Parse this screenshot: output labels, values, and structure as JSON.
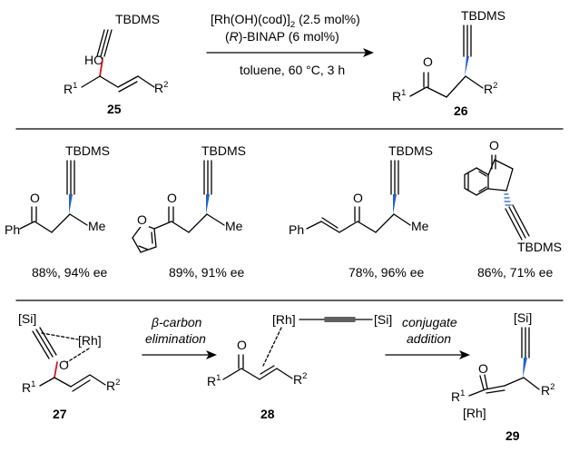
{
  "top": {
    "sm_label": "25",
    "product_label": "26",
    "sm_tbdms": "TBDMS",
    "sm_ho": "HO",
    "sm_r": "R",
    "sm_sup1": "1",
    "sm_sup2": "2",
    "reagent_1a": "[Rh(OH)(cod)]",
    "reagent_1b": "2",
    "reagent_1c": " (2.5 mol%)",
    "reagent_2a": "(",
    "reagent_2b": "R",
    "reagent_2c": ")-BINAP (6 mol%)",
    "conditions": "toluene, 60 °C, 3 h",
    "prod_tbdms": "TBDMS",
    "prod_o": "O",
    "prod_r": "R",
    "prod_sup1": "1",
    "prod_sup2": "2"
  },
  "examples": [
    {
      "atoms": [
        "TBDMS",
        "O",
        "Ph",
        "Me"
      ],
      "result": "88%, 94% ee"
    },
    {
      "atoms": [
        "TBDMS",
        "O",
        "O",
        "Me"
      ],
      "result": "89%, 91% ee"
    },
    {
      "atoms": [
        "TBDMS",
        "O",
        "Ph",
        "Me"
      ],
      "result": "78%, 96% ee"
    },
    {
      "atoms": [
        "O",
        "TBDMS"
      ],
      "result": "86%, 71% ee"
    }
  ],
  "mechanism": {
    "c27": {
      "si": "[Si]",
      "rh": "[Rh]",
      "o": "O",
      "r": "R",
      "sup1": "1",
      "sup2": "2",
      "label": "27"
    },
    "arrow1_line1a": "β",
    "arrow1_line1b": "-carbon",
    "arrow1_line2": "elimination",
    "c28": {
      "rh": "[Rh]",
      "si": "[Si]",
      "o": "O",
      "r": "R",
      "sup1": "1",
      "sup2": "2",
      "label": "28"
    },
    "arrow2_line1": "conjugate",
    "arrow2_line2": "addition",
    "c29": {
      "si": "[Si]",
      "o": "O",
      "r": "R",
      "rh": "[Rh]",
      "sup1": "1",
      "sup2": "2",
      "label": "29"
    }
  }
}
